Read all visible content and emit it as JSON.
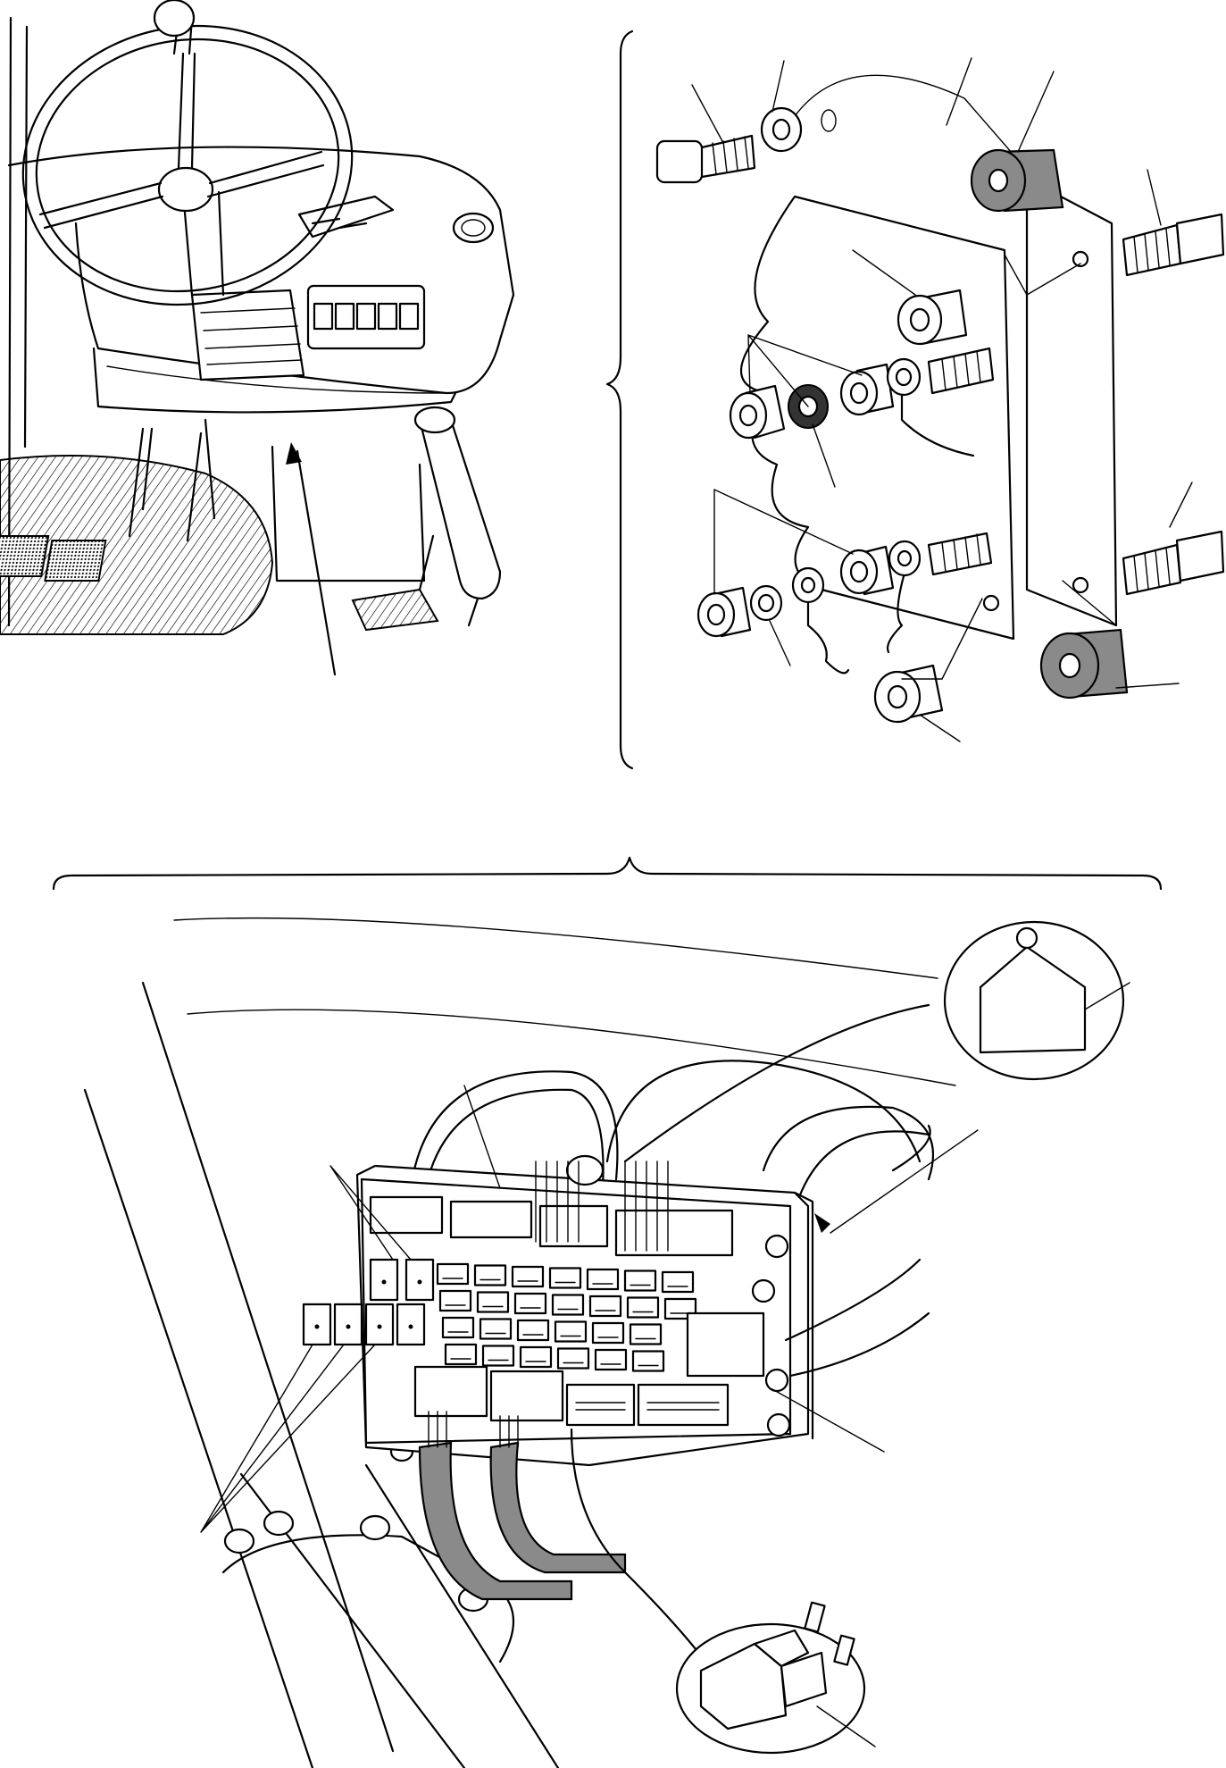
{
  "figure": {
    "panels": [
      "cab-steering-view",
      "plate-mounting-exploded",
      "fuse-relay-box-view"
    ]
  },
  "colors": {
    "ink": "#000000",
    "paper": "#ffffff",
    "shade": "#8a8a8a"
  }
}
